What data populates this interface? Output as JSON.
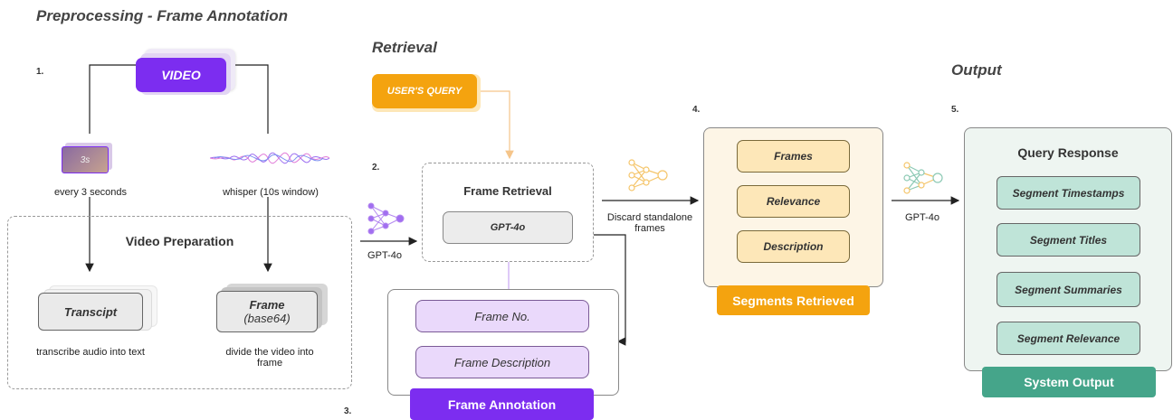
{
  "titles": {
    "preprocessing": "Preprocessing - Frame Annotation",
    "retrieval": "Retrieval",
    "output": "Output"
  },
  "steps": {
    "s1": "1.",
    "s2": "2.",
    "s3": "3.",
    "s4": "4.",
    "s5": "5."
  },
  "video": {
    "label": "VIDEO",
    "thumb": "3s"
  },
  "captions": {
    "every3": "every 3 seconds",
    "whisper": "whisper (10s window)",
    "transcribe": "transcribe audio into text",
    "divide": "divide the video into frame",
    "gpt_left": "GPT-4o",
    "discard": "Discard standalone frames",
    "gpt_right": "GPT-4o"
  },
  "preparation": {
    "title": "Video Preparation",
    "transcript": "Transcipt",
    "frame": "Frame",
    "frame_sub": "(base64)"
  },
  "retrieval": {
    "query": "USER'S QUERY",
    "frame_retrieval": "Frame Retrieval",
    "gpt": "GPT-4o"
  },
  "annotation": {
    "frame_no": "Frame No.",
    "frame_desc": "Frame Description",
    "label": "Frame Annotation"
  },
  "segments": {
    "items": [
      "Frames",
      "Relevance",
      "Description"
    ],
    "label": "Segments Retrieved"
  },
  "response": {
    "title": "Query Response",
    "items": [
      "Segment Timestamps",
      "Segment Titles",
      "Segment Summaries",
      "Segment Relevance"
    ],
    "label": "System Output"
  },
  "colors": {
    "purple": "#7c2df0",
    "orange": "#f4a30f",
    "green": "#45a58a"
  }
}
